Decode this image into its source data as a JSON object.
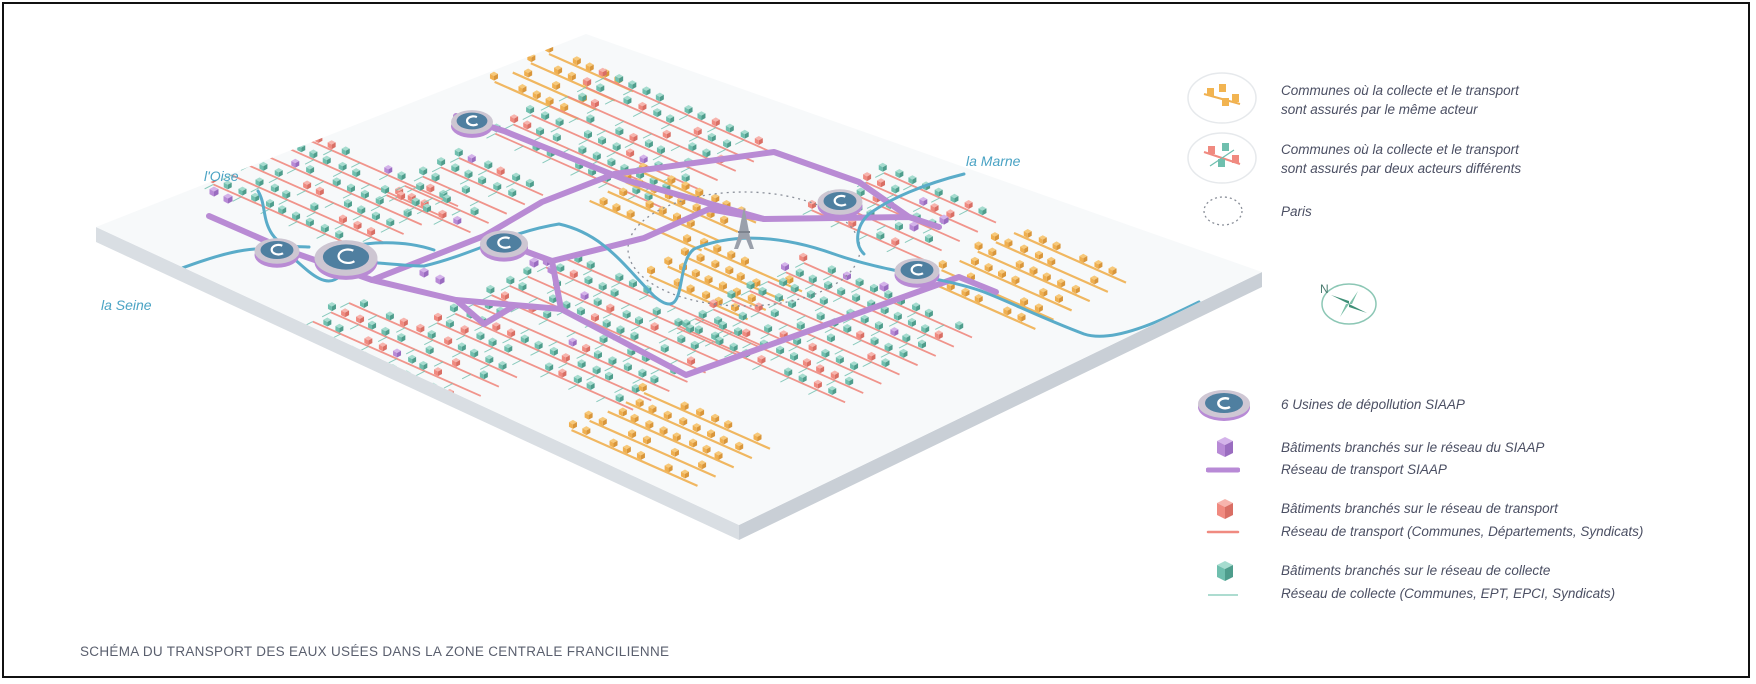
{
  "caption": "SCHÉMA DU TRANSPORT DES EAUX USÉES DANS LA ZONE CENTRALE FRANCILIENNE",
  "rivers": {
    "oise": "l'Oise",
    "marne": "la Marne",
    "seine": "la Seine"
  },
  "compass_label": "N",
  "legend": {
    "same_actor_l1": "Communes où la collecte et le transport",
    "same_actor_l2": "sont assurés par le même acteur",
    "two_actors_l1": "Communes où la collecte et le transport",
    "two_actors_l2": "sont assurés par deux acteurs différents",
    "paris": "Paris",
    "plants": "6 Usines de dépollution SIAAP",
    "siaap_buildings": "Bâtiments branchés sur le réseau du SIAAP",
    "siaap_network": "Réseau de transport SIAAP",
    "transport_buildings": "Bâtiments branchés sur le réseau de transport",
    "transport_network": "Réseau de transport (Communes, Départements, Syndicats)",
    "collecte_buildings": "Bâtiments branchés sur le réseau de collecte",
    "collecte_network": "Réseau de collecte (Communes, EPT, EPCI, Syndicats)"
  },
  "colors": {
    "orange": "#f0b050",
    "pink": "#f08a80",
    "teal": "#6fbfae",
    "purple": "#b88ad6",
    "river": "#5aacc9",
    "platform_top": "#f6f8f9",
    "platform_side": "#d8dde2"
  }
}
